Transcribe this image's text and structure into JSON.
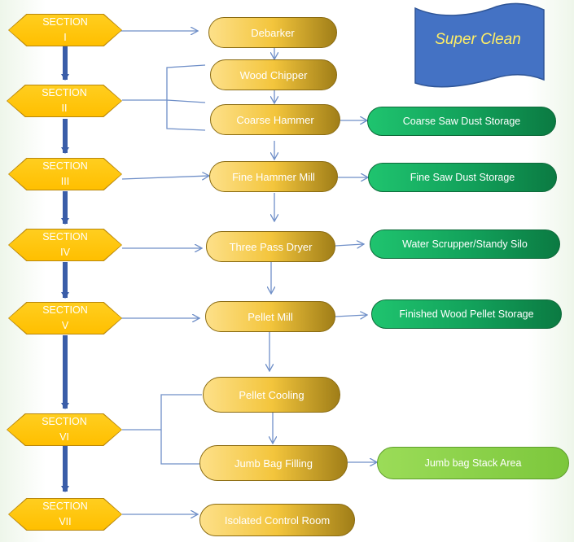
{
  "sections": [
    {
      "line1": "SECTION",
      "line2": "I"
    },
    {
      "line1": "SECTION",
      "line2": "II"
    },
    {
      "line1": "SECTION",
      "line2": "III"
    },
    {
      "line1": "SECTION",
      "line2": "IV"
    },
    {
      "line1": "SECTION",
      "line2": "V"
    },
    {
      "line1": "SECTION",
      "line2": "VI"
    },
    {
      "line1": "SECTION",
      "line2": "VII"
    }
  ],
  "processes": [
    "Debarker",
    "Wood Chipper",
    "Coarse Hammer",
    "Fine Hammer Mill",
    "Three Pass Dryer",
    "Pellet Mill",
    "Pellet Cooling",
    "Jumb Bag Filling",
    "Isolated Control Room"
  ],
  "storages": [
    "Coarse Saw Dust Storage",
    "Fine  Saw Dust Storage",
    "Water Scrupper/Standy Silo",
    "Finished Wood Pellet Storage",
    "Jumb bag Stack Area"
  ],
  "banner": {
    "text": "Super Clean",
    "color": "#4472c4"
  },
  "colors": {
    "section": "#ffc000",
    "process": "#f3c53c",
    "storage": "#12a05a",
    "storage_light": "#7cc73c",
    "connector": "#6f8fc8",
    "section_flow": "#3a5da8"
  }
}
